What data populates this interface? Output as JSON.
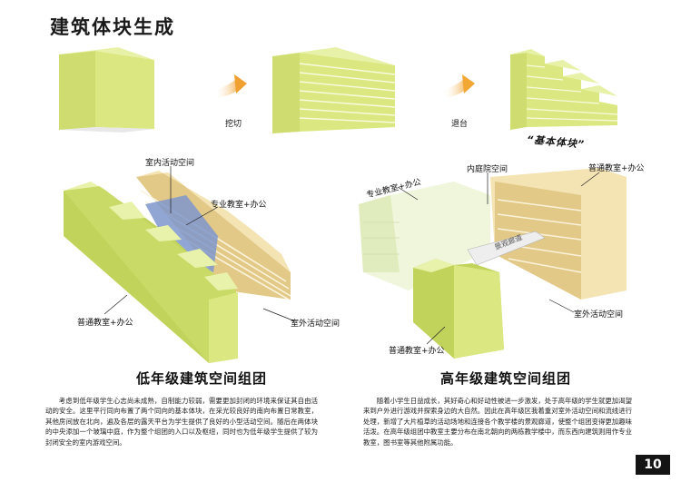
{
  "page": {
    "title": "建筑体块生成",
    "page_number": "10"
  },
  "top_row": {
    "step1_label": "挖切",
    "step2_label": "退台",
    "result_label": "“基本体块”"
  },
  "low_grade": {
    "labels": {
      "indoor": "室内活动空间",
      "special": "专业教室+办公",
      "outdoor": "室外活动空间",
      "general": "普通教室+办公"
    },
    "title": "低年级建筑空间组团",
    "text": "考虑到低年级学生心志尚未成熟，自制能力较弱，需要更加封闭的环境来保证其自由活动的安全。这里平行同向布置了两个同向的基本体块，在采光较良好的南向布置日常教室，其他房间放在北向，遍及各层的露天平台为学生提供了良好的小型活动空间。随后在两体块的中央添加一个玻璃中庭，作为整个组团的入口以及枢纽，同时也为低年级学生提供了较为封闭安全的室内游戏空间。"
  },
  "high_grade": {
    "labels": {
      "courtyard": "内庭院空间",
      "special": "专业教室+办公",
      "general_top": "普通教室+办公",
      "corridor": "景观廊道",
      "outdoor": "室外活动空间",
      "general_bottom": "普通教室+办公"
    },
    "title": "高年级建筑空间组团",
    "text": "随着小学生日益成长，其好奇心和好动性被进一步激发，处于高年级的学生就更加渴望来到户外进行游戏并探索身边的大自然。因此在高年级区我着重对室外活动空间和流线进行处理，新增了大片植草的活动场地和连接各个教学楼的景观廊道，使整个组团变得更加趣味活泼。在高年级组团中教室主要分布在南北朝向的两栋教学楼中，而东西向建筑则用作专业教室，图书室等其他附属功能。"
  },
  "colors": {
    "mass_green": "#dbe882",
    "mass_green_side": "#c2d35c",
    "floor_cream": "#f4e3b3",
    "floor_cream_side": "#e3c987",
    "atrium_blue": "#7e96cc",
    "pale_mass": "#eff6db"
  }
}
